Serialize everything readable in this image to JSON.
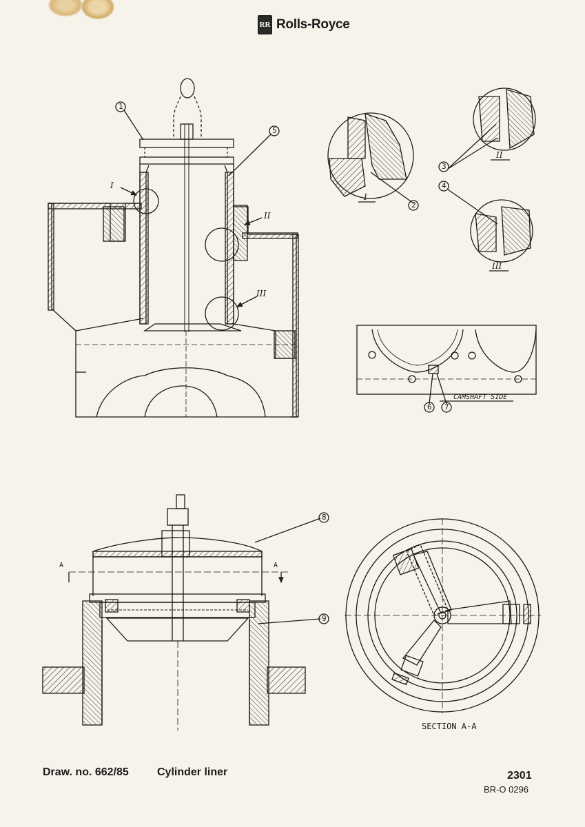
{
  "header": {
    "brand": "Rolls-Royce",
    "logo_letters": "RR"
  },
  "callouts": {
    "n1": "1",
    "n2": "2",
    "n3": "3",
    "n4": "4",
    "n5": "5",
    "n6": "6",
    "n7": "7",
    "n8": "8",
    "n9": "9"
  },
  "details": {
    "d1": "I",
    "d2": "II",
    "d3": "III"
  },
  "labels": {
    "camshaft_side": "CAMSHAFT SIDE",
    "section": "SECTION A-A",
    "section_mark": "A"
  },
  "footer": {
    "drawing_number": "Draw. no. 662/85",
    "title": "Cylinder liner",
    "page": "2301",
    "reference": "BR-O 0296"
  },
  "colors": {
    "paper": "#f6f3ea",
    "ink": "#1a1a1a",
    "stain": "#d9b77a"
  }
}
